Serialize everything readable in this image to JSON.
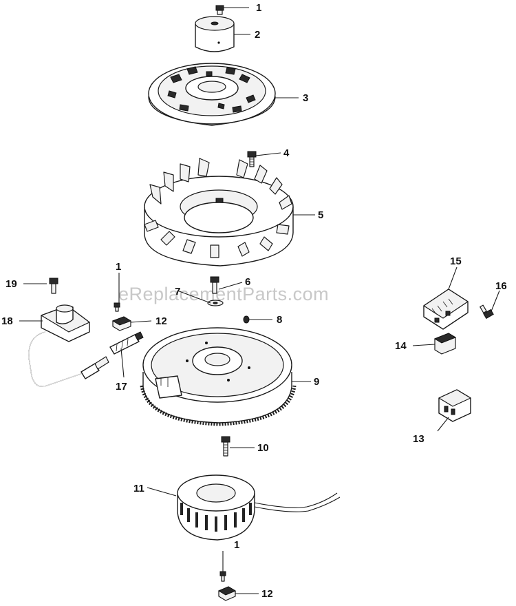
{
  "watermark": "eReplacementParts.com",
  "callouts": [
    {
      "id": "c1a",
      "text": "1"
    },
    {
      "id": "c2",
      "text": "2"
    },
    {
      "id": "c3",
      "text": "3"
    },
    {
      "id": "c4",
      "text": "4"
    },
    {
      "id": "c5",
      "text": "5"
    },
    {
      "id": "c1b",
      "text": "1"
    },
    {
      "id": "c19",
      "text": "19"
    },
    {
      "id": "c6",
      "text": "6"
    },
    {
      "id": "c7",
      "text": "7"
    },
    {
      "id": "c15",
      "text": "15"
    },
    {
      "id": "c16",
      "text": "16"
    },
    {
      "id": "c18",
      "text": "18"
    },
    {
      "id": "c12a",
      "text": "12"
    },
    {
      "id": "c8",
      "text": "8"
    },
    {
      "id": "c14",
      "text": "14"
    },
    {
      "id": "c17",
      "text": "17"
    },
    {
      "id": "c9",
      "text": "9"
    },
    {
      "id": "c13",
      "text": "13"
    },
    {
      "id": "c10",
      "text": "10"
    },
    {
      "id": "c11",
      "text": "11"
    },
    {
      "id": "c1c",
      "text": "1"
    },
    {
      "id": "c12b",
      "text": "12"
    }
  ]
}
